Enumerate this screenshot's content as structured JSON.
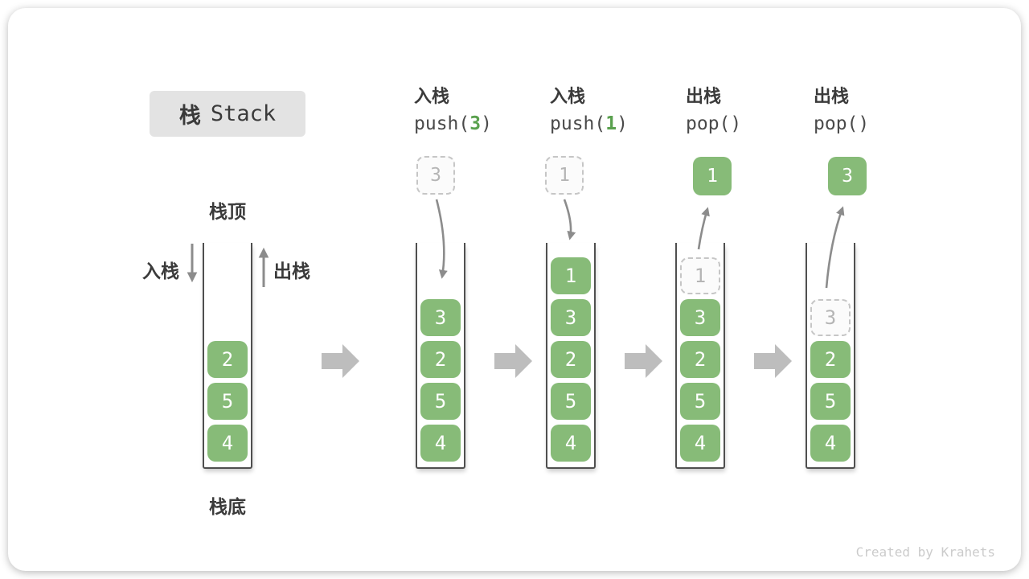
{
  "title": {
    "zh": "栈",
    "en": "Stack"
  },
  "side_labels": {
    "stack_top": "栈顶",
    "stack_bottom": "栈底",
    "push": "入栈",
    "pop": "出栈"
  },
  "operations": [
    {
      "label": "入栈",
      "code_prefix": "push(",
      "arg": "3",
      "code_suffix": ")"
    },
    {
      "label": "入栈",
      "code_prefix": "push(",
      "arg": "1",
      "code_suffix": ")"
    },
    {
      "label": "出栈",
      "code_prefix": "pop(",
      "arg": "",
      "code_suffix": ")"
    },
    {
      "label": "出栈",
      "code_prefix": "pop(",
      "arg": "",
      "code_suffix": ")"
    }
  ],
  "floating_cells": [
    {
      "value": "3",
      "style": "dashed",
      "meaning": "element being pushed"
    },
    {
      "value": "1",
      "style": "dashed",
      "meaning": "element being pushed"
    },
    {
      "value": "1",
      "style": "solid",
      "meaning": "element popped out"
    },
    {
      "value": "3",
      "style": "solid",
      "meaning": "element popped out"
    }
  ],
  "stacks": [
    {
      "name": "initial",
      "cells": [
        {
          "value": "2",
          "style": "solid"
        },
        {
          "value": "5",
          "style": "solid"
        },
        {
          "value": "4",
          "style": "solid"
        }
      ]
    },
    {
      "name": "after-push-3",
      "cells": [
        {
          "value": "3",
          "style": "solid"
        },
        {
          "value": "2",
          "style": "solid"
        },
        {
          "value": "5",
          "style": "solid"
        },
        {
          "value": "4",
          "style": "solid"
        }
      ]
    },
    {
      "name": "after-push-1",
      "cells": [
        {
          "value": "1",
          "style": "solid"
        },
        {
          "value": "3",
          "style": "solid"
        },
        {
          "value": "2",
          "style": "solid"
        },
        {
          "value": "5",
          "style": "solid"
        },
        {
          "value": "4",
          "style": "solid"
        }
      ]
    },
    {
      "name": "after-pop-1",
      "cells": [
        {
          "value": "1",
          "style": "ghost"
        },
        {
          "value": "3",
          "style": "solid"
        },
        {
          "value": "2",
          "style": "solid"
        },
        {
          "value": "5",
          "style": "solid"
        },
        {
          "value": "4",
          "style": "solid"
        }
      ]
    },
    {
      "name": "after-pop-3",
      "cells": [
        {
          "value": "3",
          "style": "ghost"
        },
        {
          "value": "2",
          "style": "solid"
        },
        {
          "value": "5",
          "style": "solid"
        },
        {
          "value": "4",
          "style": "solid"
        }
      ]
    }
  ],
  "footer": {
    "credit": "Created by Krahets"
  },
  "colors": {
    "cell_green": "#87bb78",
    "code_arg_green": "#5aa14e",
    "ghost_border": "#c6c6c6",
    "ghost_text": "#b5b5b5",
    "stack_wall": "#4f4f4f",
    "curve_arrow": "#8c8c8c",
    "step_arrow": "#bdbdbd",
    "badge_bg": "#e3e3e3"
  }
}
